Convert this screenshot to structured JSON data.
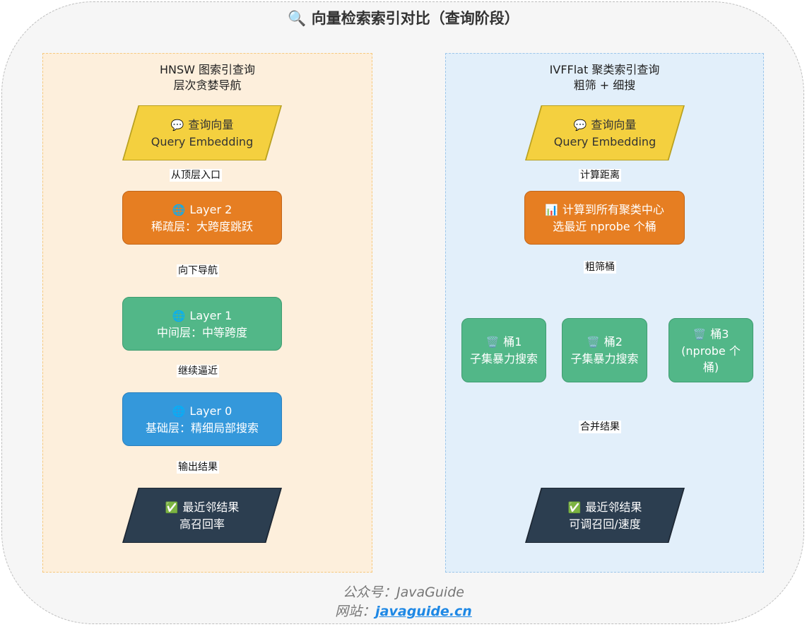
{
  "title": "🔍 向量检索索引对比（查询阶段）",
  "hnsw": {
    "title_line1": "HNSW 图索引查询",
    "title_line2": "层次贪婪导航",
    "query_icon": "💬",
    "query_line1": "查询向量",
    "query_line2": "Query Embedding",
    "edge_entry": "从顶层入口",
    "layer_icon": "🌐",
    "layer2_line1": "Layer 2",
    "layer2_line2": "稀疏层：大跨度跳跃",
    "edge_down": "向下导航",
    "layer1_line1": "Layer 1",
    "layer1_line2": "中间层：中等跨度",
    "edge_continue": "继续逼近",
    "layer0_line1": "Layer 0",
    "layer0_line2": "基础层：精细局部搜索",
    "edge_output": "输出结果",
    "result_icon": "✅",
    "result_line1": "最近邻结果",
    "result_line2": "高召回率"
  },
  "ivf": {
    "title_line1": "IVFFlat 聚类索引查询",
    "title_line2": "粗筛 + 细搜",
    "query_icon": "💬",
    "query_line1": "查询向量",
    "query_line2": "Query Embedding",
    "edge_distance": "计算距离",
    "centroid_icon": "📊",
    "centroid_line1": "计算到所有聚类中心",
    "centroid_line2": "选最近 nprobe 个桶",
    "edge_coarse": "粗筛桶",
    "bucket_icon": "🗑️",
    "bucket1_line1": "桶1",
    "bucket1_line2": "子集暴力搜索",
    "bucket2_line1": "桶2",
    "bucket2_line2": "子集暴力搜索",
    "bucket3_line1": "桶3",
    "bucket3_line2": "(nprobe 个",
    "bucket3_line3": "桶)",
    "edge_merge": "合并结果",
    "result_icon": "✅",
    "result_line1": "最近邻结果",
    "result_line2": "可调召回/速度"
  },
  "footer": {
    "line1": "公众号：JavaGuide",
    "line2_prefix": "网站：",
    "line2_link": "javaguide.cn"
  },
  "colors": {
    "orange": "#e67e22",
    "green": "#52b788",
    "blue": "#3498db",
    "yellow": "#f4d03f",
    "dark": "#2c3e50"
  }
}
